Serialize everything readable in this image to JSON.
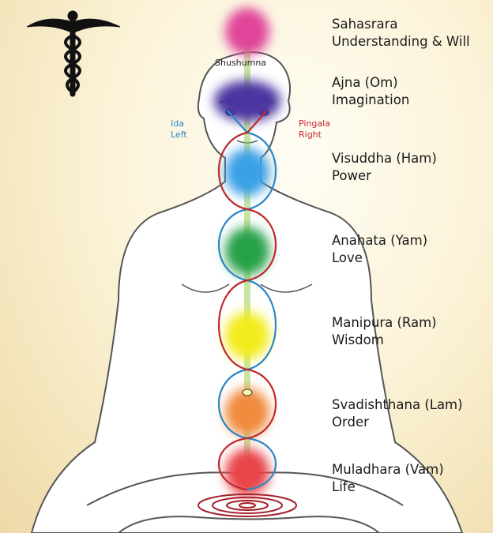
{
  "channels": {
    "center": "Shushumna",
    "left": {
      "name": "Ida",
      "side": "Left",
      "color": "#2b86c5"
    },
    "right": {
      "name": "Pingala",
      "side": "Right",
      "color": "#c0272d"
    }
  },
  "chakras": [
    {
      "name": "Sahasrara",
      "meaning": "Understanding & Will",
      "color": "#e0449a"
    },
    {
      "name": "Ajna (Om)",
      "meaning": "Imagination",
      "color": "#4b36a0"
    },
    {
      "name": "Visuddha (Ham)",
      "meaning": "Power",
      "color": "#3aa0e6"
    },
    {
      "name": "Anahata (Yam)",
      "meaning": "Love",
      "color": "#25a04a"
    },
    {
      "name": "Manipura (Ram)",
      "meaning": "Wisdom",
      "color": "#f3ec1a"
    },
    {
      "name": "Svadishthana (Lam)",
      "meaning": "Order",
      "color": "#f08a3e"
    },
    {
      "name": "Muladhara (Vam)",
      "meaning": "Life",
      "color": "#e8454a"
    }
  ]
}
